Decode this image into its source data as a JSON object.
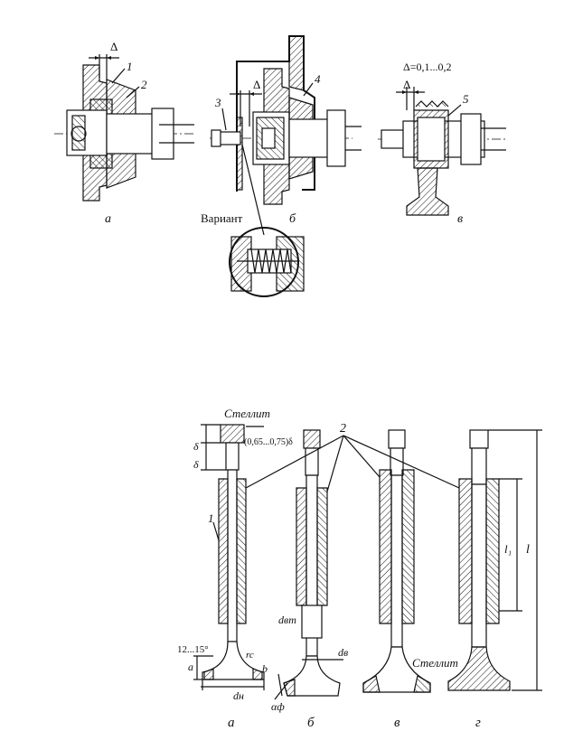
{
  "top": {
    "delta_a": "Δ",
    "callout_1": "1",
    "callout_2": "2",
    "callout_3": "3",
    "callout_4": "4",
    "callout_5": "5",
    "delta_b": "Δ",
    "delta_c": "Δ",
    "delta_range": "Δ=0,1...0,2",
    "label_a": "а",
    "label_b": "б",
    "label_c": "в",
    "variant": "Вариант"
  },
  "bottom": {
    "stellite_top": "Стеллит",
    "gap_note": "(0,65...0,75)δ",
    "delta_top": "δ",
    "delta_bottom": "δ",
    "callout_2": "2",
    "callout_1": "1",
    "l_total": "l",
    "l1": "l₁",
    "d_vt": "dвт",
    "d_v": "dв",
    "angle": "12...15°",
    "r_c": "rc",
    "a_dim": "a",
    "b_dim": "b",
    "d_n": "dн",
    "alpha_f": "αф",
    "stellite_bottom": "Стеллит",
    "label_a": "а",
    "label_b": "б",
    "label_c": "в",
    "label_d": "г"
  }
}
